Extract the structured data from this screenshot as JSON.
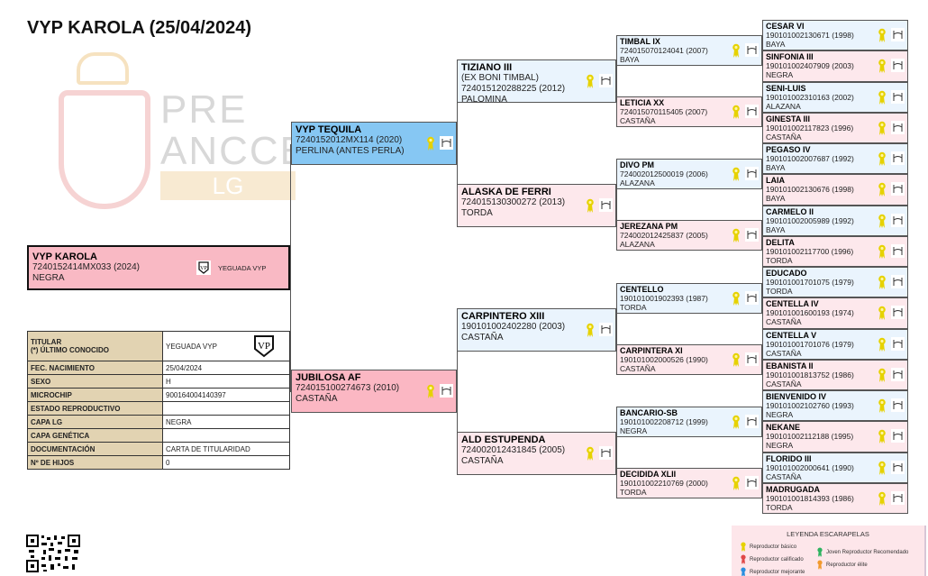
{
  "title": "VYP KAROLA (25/04/2024)",
  "watermark": {
    "line1": "PRE",
    "line2": "ANCCE",
    "badge": "LG"
  },
  "subject": {
    "name": "VYP KAROLA",
    "id": "7240152414MX033 (2024)",
    "coat": "NEGRA",
    "breeder": "YEGUADA VYP"
  },
  "parents": [
    {
      "name": "VYP TEQUILA",
      "lines": [
        "7240152012MX114 (2020)",
        "PERLINA (ANTES PERLA)"
      ],
      "sex": "f",
      "color": "#86c7f3"
    },
    {
      "name": "JUBILOSA AF",
      "lines": [
        "724015100274673 (2010)",
        "CASTAÑA"
      ],
      "sex": "f",
      "color": "#fbb7c3"
    }
  ],
  "grandparents": [
    {
      "name": "TIZIANO III",
      "lines": [
        "(EX BONI TIMBAL)",
        "724015120288225 (2012)",
        "PALOMINA"
      ],
      "sex": "m"
    },
    {
      "name": "ALASKA DE FERRI",
      "lines": [
        "724015130300272 (2013)",
        "TORDA"
      ],
      "sex": "f"
    },
    {
      "name": "CARPINTERO XIII",
      "lines": [
        "190101002402280 (2003)",
        "CASTAÑA"
      ],
      "sex": "m"
    },
    {
      "name": "ALD ESTUPENDA",
      "lines": [
        "724002012431845 (2005)",
        "CASTAÑA"
      ],
      "sex": "f"
    }
  ],
  "great_grandparents": [
    {
      "name": "TIMBAL IX",
      "lines": [
        "724015070124041 (2007)",
        "BAYA"
      ],
      "sex": "m"
    },
    {
      "name": "LETICIA XX",
      "lines": [
        "724015070115405 (2007)",
        "CASTAÑA"
      ],
      "sex": "f"
    },
    {
      "name": "DIVO PM",
      "lines": [
        "724002012500019 (2006)",
        "ALAZANA"
      ],
      "sex": "m"
    },
    {
      "name": "JEREZANA PM",
      "lines": [
        "724002012425837 (2005)",
        "ALAZANA"
      ],
      "sex": "f"
    },
    {
      "name": "CENTELLO",
      "lines": [
        "190101001902393 (1987)",
        "TORDA"
      ],
      "sex": "m"
    },
    {
      "name": "CARPINTERA XI",
      "lines": [
        "190101002000526 (1990)",
        "CASTAÑA"
      ],
      "sex": "f"
    },
    {
      "name": "BANCARIO-SB",
      "lines": [
        "190101002208712 (1999)",
        "NEGRA"
      ],
      "sex": "m"
    },
    {
      "name": "DECIDIDA XLII",
      "lines": [
        "190101002210769 (2000)",
        "TORDA"
      ],
      "sex": "f"
    }
  ],
  "gen5": [
    {
      "name": "CESAR VI",
      "lines": [
        "190101002130671 (1998)",
        "BAYA"
      ],
      "sex": "m"
    },
    {
      "name": "SINFONIA III",
      "lines": [
        "190101002407909 (2003)",
        "NEGRA"
      ],
      "sex": "f"
    },
    {
      "name": "SENI-LUIS",
      "lines": [
        "190101002310163 (2002)",
        "ALAZANA"
      ],
      "sex": "m"
    },
    {
      "name": "GINESTA III",
      "lines": [
        "190101002117823 (1996)",
        "CASTAÑA"
      ],
      "sex": "f"
    },
    {
      "name": "PEGASO IV",
      "lines": [
        "190101002007687 (1992)",
        "BAYA"
      ],
      "sex": "m"
    },
    {
      "name": "LAIA",
      "lines": [
        "190101002130676 (1998)",
        "BAYA"
      ],
      "sex": "f"
    },
    {
      "name": "CARMELO II",
      "lines": [
        "190101002005989 (1992)",
        "BAYA"
      ],
      "sex": "m"
    },
    {
      "name": "DELITA",
      "lines": [
        "190101002117700 (1996)",
        "TORDA"
      ],
      "sex": "f"
    },
    {
      "name": "EDUCADO",
      "lines": [
        "190101001701075 (1979)",
        "TORDA"
      ],
      "sex": "m"
    },
    {
      "name": "CENTELLA IV",
      "lines": [
        "190101001600193 (1974)",
        "CASTAÑA"
      ],
      "sex": "f"
    },
    {
      "name": "CENTELLA V",
      "lines": [
        "190101001701076 (1979)",
        "CASTAÑA"
      ],
      "sex": "m"
    },
    {
      "name": "EBANISTA II",
      "lines": [
        "190101001813752 (1986)",
        "CASTAÑA"
      ],
      "sex": "f"
    },
    {
      "name": "BIENVENIDO IV",
      "lines": [
        "190101002102760 (1993)",
        "NEGRA"
      ],
      "sex": "m"
    },
    {
      "name": "NEKANE",
      "lines": [
        "190101002112188 (1995)",
        "NEGRA"
      ],
      "sex": "f"
    },
    {
      "name": "FLORIDO III",
      "lines": [
        "190101002000641 (1990)",
        "CASTAÑA"
      ],
      "sex": "m"
    },
    {
      "name": "MADRUGADA",
      "lines": [
        "190101001814393 (1986)",
        "TORDA"
      ],
      "sex": "f"
    }
  ],
  "info_table": [
    {
      "label": "TITULAR",
      "label2": "(*) ÚLTIMO CONOCIDO",
      "value": "YEGUADA VYP"
    },
    {
      "label": "FEC. NACIMIENTO",
      "value": "25/04/2024"
    },
    {
      "label": "SEXO",
      "value": "H"
    },
    {
      "label": "MICROCHIP",
      "value": "900164004140397"
    },
    {
      "label": "ESTADO REPRODUCTIVO",
      "value": ""
    },
    {
      "label": "CAPA LG",
      "value": "NEGRA"
    },
    {
      "label": "CAPA GENÉTICA",
      "value": ""
    },
    {
      "label": "DOCUMENTACIÓN",
      "value": "CARTA DE TITULARIDAD"
    },
    {
      "label": "Nº DE HIJOS",
      "value": "0"
    }
  ],
  "legend": {
    "title": "LEYENDA ESCARAPELAS",
    "items": [
      {
        "label": "Reproductor básico",
        "color": "#e6d200"
      },
      {
        "label": "Reproductor calificado",
        "color": "#e04848"
      },
      {
        "label": "Reproductor mejorante",
        "color": "#2a8fe0"
      },
      {
        "label": "Joven Reproductor Recomendado",
        "color": "#2fb360"
      },
      {
        "label": "Reproductor élite",
        "color": "#f29a2e"
      }
    ]
  },
  "colors": {
    "male_bg": "#eaf4fd",
    "female_bg": "#fde8ec",
    "rosette": "#e6d200"
  }
}
